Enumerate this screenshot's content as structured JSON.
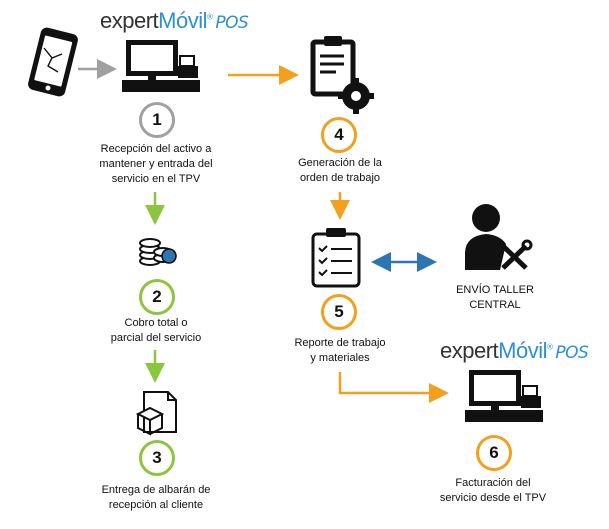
{
  "brand": {
    "word1": "expert",
    "word2": "Móvil",
    "mark": "®",
    "word3": "POS"
  },
  "steps": [
    {
      "number": "1",
      "label_line1": "Recepción del activo a",
      "label_line2": "mantener y entrada del",
      "label_line3": "servicio en el TPV"
    },
    {
      "number": "2",
      "label_line1": "Cobro total o",
      "label_line2": "parcial del servicio"
    },
    {
      "number": "3",
      "label_line1": "Entrega de albarán de",
      "label_line2": "recepción al cliente"
    },
    {
      "number": "4",
      "label_line1": "Generación de la",
      "label_line2": "orden de trabajo"
    },
    {
      "number": "5",
      "label_line1": "Reporte de trabajo",
      "label_line2": "y materiales"
    },
    {
      "number": "6",
      "label_line1": "Facturación del",
      "label_line2": "servicio desde el TPV"
    }
  ],
  "external": {
    "line1": "ENVÍO TALLER",
    "line2": "CENTRAL"
  },
  "icons": [
    "broken-phone-icon",
    "pos-terminal-icon",
    "clipboard-gear-icon",
    "coins-icon",
    "clipboard-checklist-icon",
    "technician-icon",
    "document-box-icon"
  ],
  "colors": {
    "green": "#8cc63f",
    "orange": "#f2a01d",
    "gray": "#a0a0a0",
    "blue": "#2e75b6"
  }
}
